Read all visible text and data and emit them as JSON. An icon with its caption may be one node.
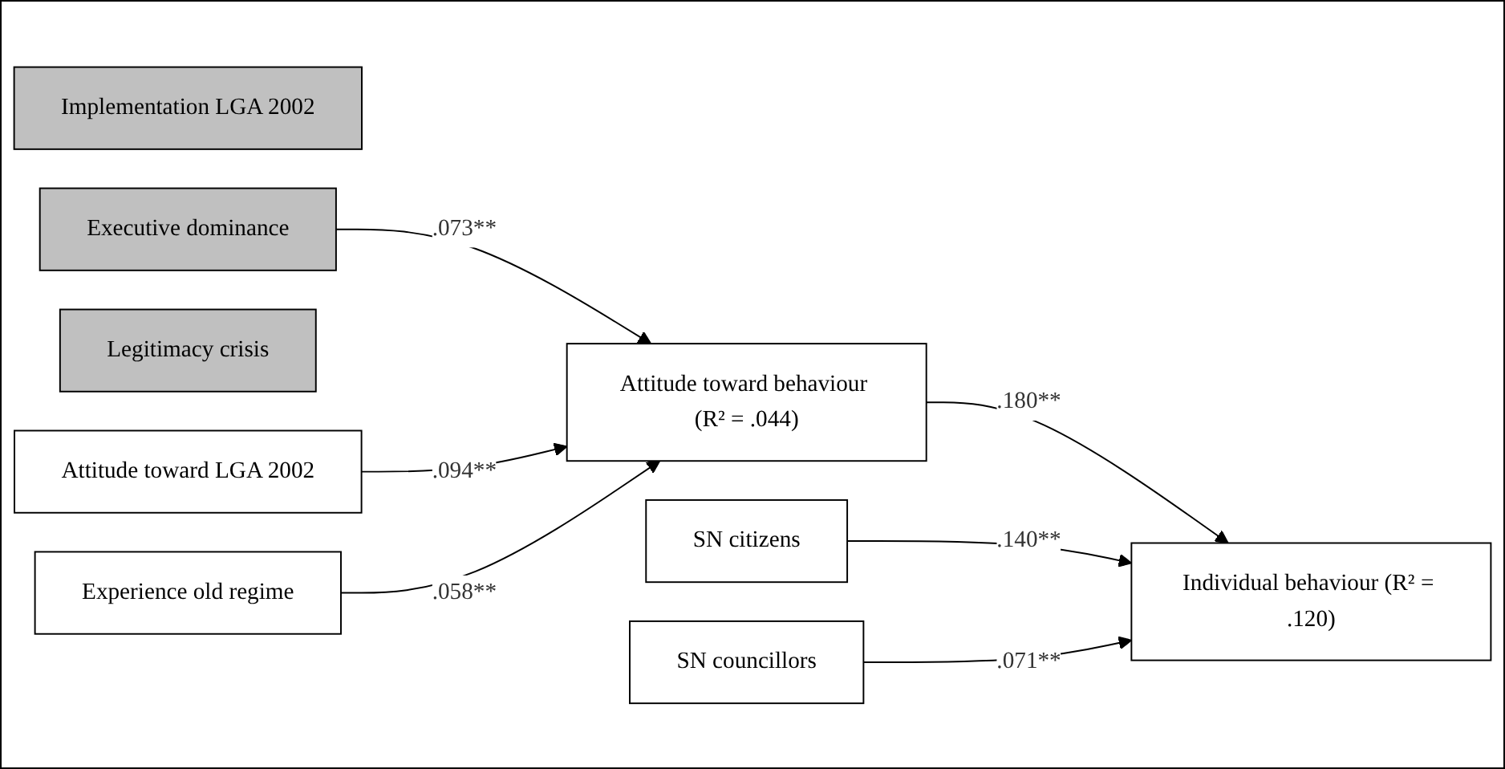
{
  "diagram": {
    "nodes": [
      {
        "text": [
          "Implementation LGA 2002"
        ]
      },
      {
        "text": [
          "Executive dominance"
        ]
      },
      {
        "text": [
          "Legitimacy crisis"
        ]
      },
      {
        "text": [
          "Attitude toward LGA 2002"
        ]
      },
      {
        "text": [
          "Experience old regime"
        ]
      },
      {
        "text": [
          "Attitude toward behaviour (R² = .044)"
        ]
      },
      {
        "text": [
          "SN citizens"
        ]
      },
      {
        "text": [
          "SN councillors"
        ]
      },
      {
        "text": [
          "Individual behaviour (R² = .120)"
        ]
      }
    ],
    "edges": [
      {
        "from": 1,
        "to": 5,
        "arrow": "to",
        "label": ".073**"
      },
      {
        "from": 3,
        "to": 5,
        "arrow": "to",
        "label": ".094**"
      },
      {
        "from": 4,
        "to": 5,
        "arrow": "to",
        "label": ".058**"
      },
      {
        "from": 5,
        "to": 8,
        "arrow": "to",
        "label": ".180**"
      },
      {
        "from": 6,
        "to": 8,
        "arrow": "to",
        "label": ".140**"
      },
      {
        "from": 7,
        "to": 8,
        "arrow": "to",
        "label": ".071**"
      }
    ]
  }
}
